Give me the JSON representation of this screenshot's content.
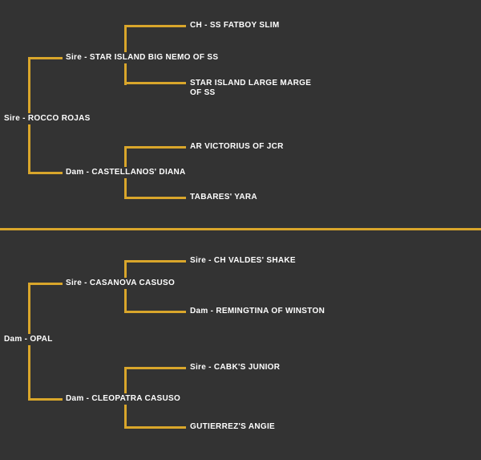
{
  "colors": {
    "background": "#333333",
    "line": "#d9a62b",
    "text": "#ffffff"
  },
  "top": {
    "root": "Sire - ROCCO ROJAS",
    "sire": {
      "label": "Sire - STAR ISLAND BIG NEMO OF SS",
      "sire": "CH - SS FATBOY SLIM",
      "dam": "STAR ISLAND LARGE MARGE OF SS"
    },
    "dam": {
      "label": "Dam - CASTELLANOS' DIANA",
      "sire": "AR VICTORIUS OF JCR",
      "dam": "TABARES' YARA"
    }
  },
  "bottom": {
    "root": "Dam - OPAL",
    "sire": {
      "label": "Sire - CASANOVA CASUSO",
      "sire": "Sire - CH VALDES' SHAKE",
      "dam": "Dam - REMINGTINA OF WINSTON"
    },
    "dam": {
      "label": "Dam - CLEOPATRA CASUSO",
      "sire": "Sire - CABK'S JUNIOR",
      "dam": "GUTIERREZ'S ANGIE"
    }
  }
}
